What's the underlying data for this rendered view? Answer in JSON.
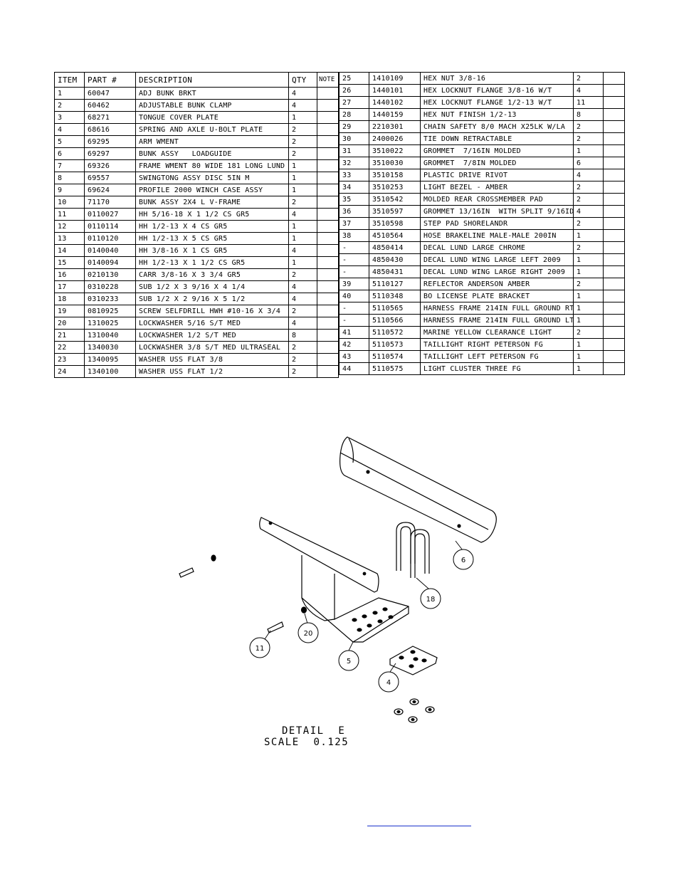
{
  "columns": {
    "item": "ITEM",
    "part": "PART #",
    "description": "DESCRIPTION",
    "qty": "QTY",
    "note": "NOTE"
  },
  "left_rows": [
    [
      "1",
      "60047",
      "ADJ BUNK BRKT",
      "4"
    ],
    [
      "2",
      "60462",
      "ADJUSTABLE BUNK CLAMP",
      "4"
    ],
    [
      "3",
      "68271",
      "TONGUE COVER PLATE",
      "1"
    ],
    [
      "4",
      "68616",
      "SPRING AND AXLE U-BOLT PLATE",
      "2"
    ],
    [
      "5",
      "69295",
      "ARM WMENT",
      "2"
    ],
    [
      "6",
      "69297",
      "BUNK ASSY   LOADGUIDE",
      "2"
    ],
    [
      "7",
      "69326",
      "FRAME WMENT 80 WIDE 181 LONG LUND",
      "1"
    ],
    [
      "8",
      "69557",
      "SWINGTONG ASSY DISC 5IN M",
      "1"
    ],
    [
      "9",
      "69624",
      "PROFILE 2000 WINCH CASE ASSY",
      "1"
    ],
    [
      "10",
      "71170",
      "BUNK ASSY 2X4 L V-FRAME",
      "2"
    ],
    [
      "11",
      "0110027",
      "HH 5/16-18 X 1 1/2 CS GR5",
      "4"
    ],
    [
      "12",
      "0110114",
      "HH 1/2-13 X 4 CS GR5",
      "1"
    ],
    [
      "13",
      "0110120",
      "HH 1/2-13 X 5 CS GR5",
      "1"
    ],
    [
      "14",
      "0140040",
      "HH 3/8-16 X 1 CS GR5",
      "4"
    ],
    [
      "15",
      "0140094",
      "HH 1/2-13 X 1 1/2 CS GR5",
      "1"
    ],
    [
      "16",
      "0210130",
      "CARR 3/8-16 X 3 3/4 GR5",
      "2"
    ],
    [
      "17",
      "0310228",
      "SUB 1/2 X 3 9/16 X 4 1/4",
      "4"
    ],
    [
      "18",
      "0310233",
      "SUB 1/2 X 2 9/16 X 5 1/2",
      "4"
    ],
    [
      "19",
      "0810925",
      "SCREW SELFDRILL HWH #10-16 X 3/4",
      "2"
    ],
    [
      "20",
      "1310025",
      "LOCKWASHER 5/16 S/T MED",
      "4"
    ],
    [
      "21",
      "1310040",
      "LOCKWASHER 1/2 S/T MED",
      "8"
    ],
    [
      "22",
      "1340030",
      "LOCKWASHER 3/8 S/T MED ULTRASEAL",
      "2"
    ],
    [
      "23",
      "1340095",
      "WASHER USS FLAT 3/8",
      "2"
    ],
    [
      "24",
      "1340100",
      "WASHER USS FLAT 1/2",
      "2"
    ]
  ],
  "right_rows": [
    [
      "25",
      "1410109",
      "HEX NUT 3/8-16",
      "2"
    ],
    [
      "26",
      "1440101",
      "HEX LOCKNUT FLANGE 3/8-16 W/T",
      "4"
    ],
    [
      "27",
      "1440102",
      "HEX LOCKNUT FLANGE 1/2-13 W/T",
      "11"
    ],
    [
      "28",
      "1440159",
      "HEX NUT FINISH 1/2-13",
      "8"
    ],
    [
      "29",
      "2210301",
      "CHAIN SAFETY 8/0 MACH X25LK W/LA",
      "2"
    ],
    [
      "30",
      "2400026",
      "TIE DOWN RETRACTABLE",
      "2"
    ],
    [
      "31",
      "3510022",
      "GROMMET  7/16IN MOLDED",
      "1"
    ],
    [
      "32",
      "3510030",
      "GROMMET  7/8IN MOLDED",
      "6"
    ],
    [
      "33",
      "3510158",
      "PLASTIC DRIVE RIVOT",
      "4"
    ],
    [
      "34",
      "3510253",
      "LIGHT BEZEL - AMBER",
      "2"
    ],
    [
      "35",
      "3510542",
      "MOLDED REAR CROSSMEMBER PAD",
      "2"
    ],
    [
      "36",
      "3510597",
      "GROMMET 13/16IN  WITH SPLIT 9/16ID",
      "4"
    ],
    [
      "37",
      "3510598",
      "STEP PAD SHORELANDR",
      "2"
    ],
    [
      "38",
      "4510564",
      "HOSE BRAKELINE MALE-MALE 200IN",
      "1"
    ],
    [
      "-",
      "4850414",
      "DECAL LUND LARGE CHROME",
      "2"
    ],
    [
      "-",
      "4850430",
      "DECAL LUND WING LARGE LEFT 2009",
      "1"
    ],
    [
      "-",
      "4850431",
      "DECAL LUND WING LARGE RIGHT 2009",
      "1"
    ],
    [
      "39",
      "5110127",
      "REFLECTOR ANDERSON AMBER",
      "2"
    ],
    [
      "40",
      "5110348",
      "BO LICENSE PLATE BRACKET",
      "1"
    ],
    [
      "-",
      "5110565",
      "HARNESS FRAME 214IN FULL GROUND RT",
      "1"
    ],
    [
      "-",
      "5110566",
      "HARNESS FRAME 214IN FULL GROUND LT",
      "1"
    ],
    [
      "41",
      "5110572",
      "MARINE YELLOW CLEARANCE LIGHT",
      "2"
    ],
    [
      "42",
      "5110573",
      "TAILLIGHT RIGHT PETERSON FG",
      "1"
    ],
    [
      "43",
      "5110574",
      "TAILLIGHT LEFT PETERSON FG",
      "1"
    ],
    [
      "44",
      "5110575",
      "LIGHT CLUSTER THREE FG",
      "1"
    ]
  ],
  "drawing": {
    "balloons": [
      "6",
      "18",
      "20",
      "11",
      "5",
      "4"
    ],
    "detail_title": "DETAIL  E",
    "detail_scale": "SCALE  0.125"
  }
}
